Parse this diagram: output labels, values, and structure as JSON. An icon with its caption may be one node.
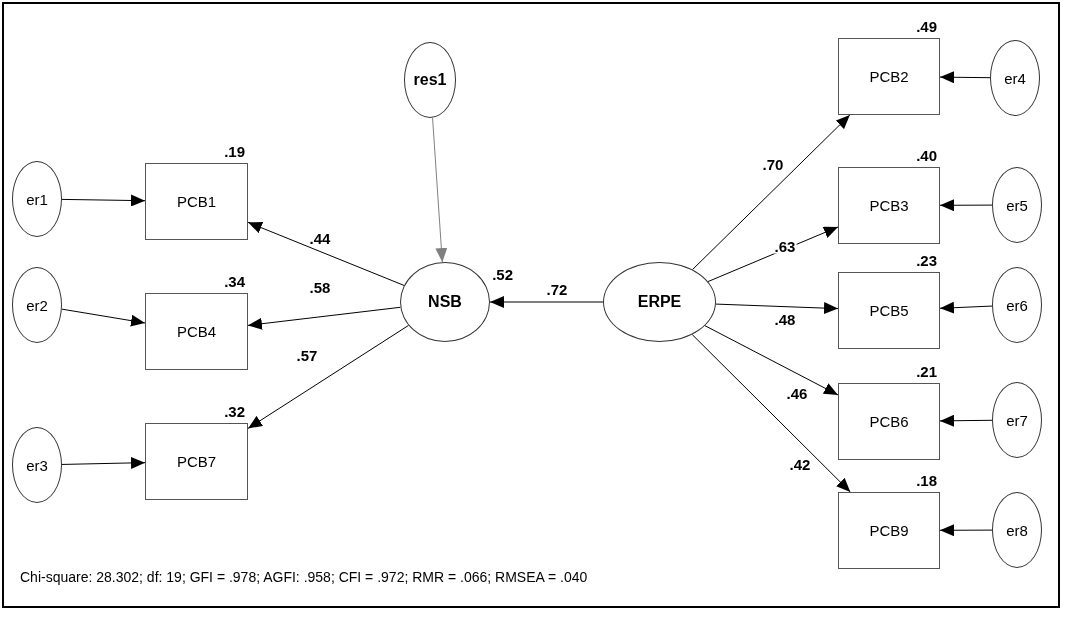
{
  "diagram": {
    "nodes": [
      {
        "text": [
          "res1"
        ]
      },
      {
        "text": [
          "er1"
        ]
      },
      {
        "text": [
          "er2"
        ]
      },
      {
        "text": [
          "er3"
        ]
      },
      {
        "text": [
          "PCB1"
        ],
        "beside": [
          ".19"
        ]
      },
      {
        "text": [
          "PCB4"
        ],
        "beside": [
          ".34"
        ]
      },
      {
        "text": [
          "PCB7"
        ],
        "beside": [
          ".32"
        ]
      },
      {
        "text": [
          "NSB"
        ],
        "beside": [
          ".52"
        ]
      },
      {
        "text": [
          "ERPE"
        ]
      },
      {
        "text": [
          "PCB2"
        ],
        "beside": [
          ".49"
        ]
      },
      {
        "text": [
          "PCB3"
        ],
        "beside": [
          ".40"
        ]
      },
      {
        "text": [
          "PCB5"
        ],
        "beside": [
          ".23"
        ]
      },
      {
        "text": [
          "PCB6"
        ],
        "beside": [
          ".21"
        ]
      },
      {
        "text": [
          "PCB9"
        ],
        "beside": [
          ".18"
        ]
      },
      {
        "text": [
          "er4"
        ]
      },
      {
        "text": [
          "er5"
        ]
      },
      {
        "text": [
          "er6"
        ]
      },
      {
        "text": [
          "er7"
        ]
      },
      {
        "text": [
          "er8"
        ]
      }
    ],
    "edges": [
      {
        "from": 1,
        "to": 4,
        "arrow": "to"
      },
      {
        "from": 2,
        "to": 5,
        "arrow": "to"
      },
      {
        "from": 3,
        "to": 6,
        "arrow": "to"
      },
      {
        "from": 0,
        "to": 7,
        "arrow": "to",
        "color": "#808080"
      },
      {
        "from": 7,
        "to": 4,
        "arrow": "to",
        "label": ".44"
      },
      {
        "from": 7,
        "to": 5,
        "arrow": "to",
        "label": ".58"
      },
      {
        "from": 7,
        "to": 6,
        "arrow": "to",
        "label": ".57"
      },
      {
        "from": 8,
        "to": 7,
        "arrow": "to",
        "label": ".72"
      },
      {
        "from": 8,
        "to": 9,
        "arrow": "to",
        "label": ".70"
      },
      {
        "from": 8,
        "to": 10,
        "arrow": "to",
        "label": ".63"
      },
      {
        "from": 8,
        "to": 11,
        "arrow": "to",
        "label": ".48"
      },
      {
        "from": 8,
        "to": 12,
        "arrow": "to",
        "label": ".46"
      },
      {
        "from": 8,
        "to": 13,
        "arrow": "to",
        "label": ".42"
      },
      {
        "from": 14,
        "to": 9,
        "arrow": "to"
      },
      {
        "from": 15,
        "to": 10,
        "arrow": "to"
      },
      {
        "from": 16,
        "to": 11,
        "arrow": "to"
      },
      {
        "from": 17,
        "to": 12,
        "arrow": "to"
      },
      {
        "from": 18,
        "to": 13,
        "arrow": "to"
      }
    ],
    "labels": [
      "Chi-square: 28.302; df: 19; GFI = .978; AGFI: .958; CFI = .972; RMR = .066; RMSEA = .040"
    ]
  }
}
